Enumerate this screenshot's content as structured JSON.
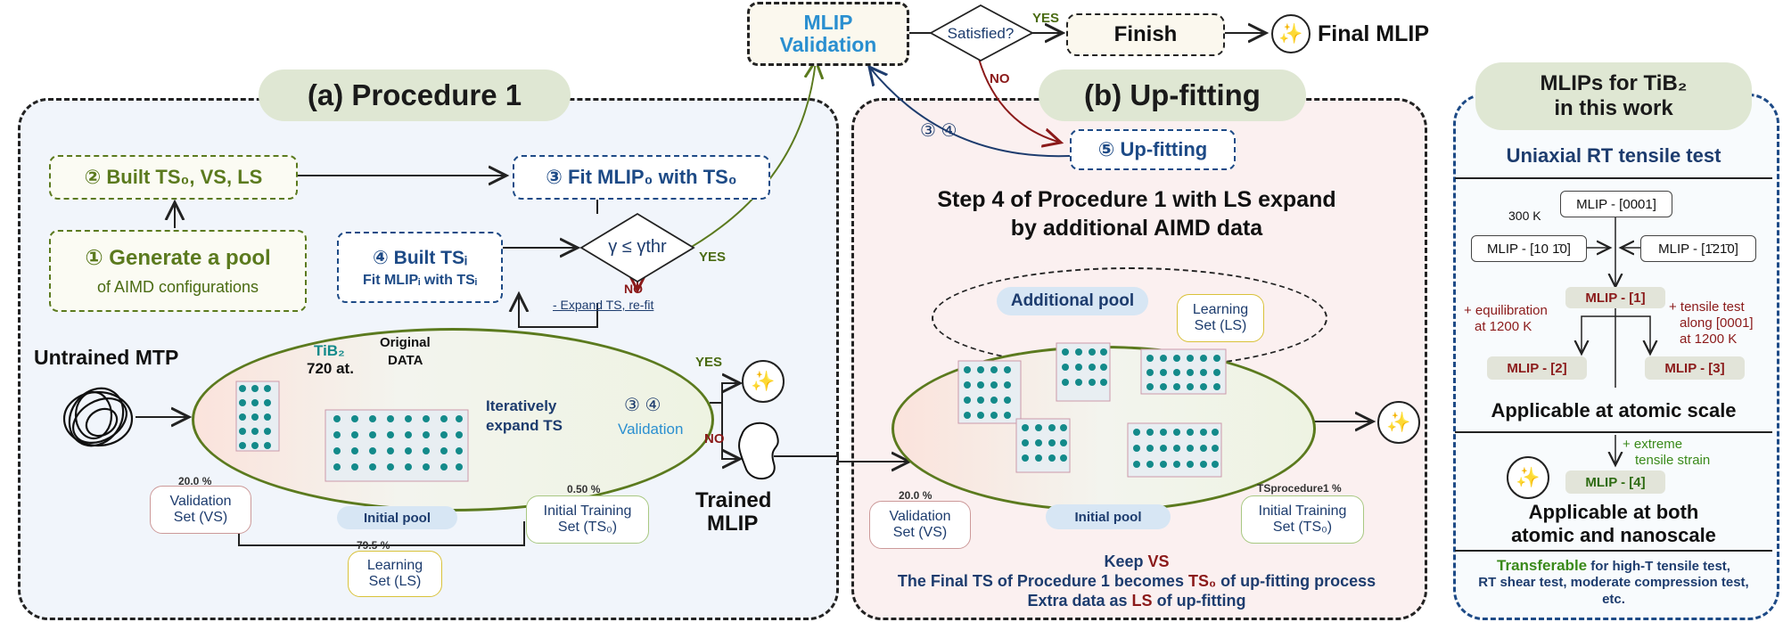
{
  "top": {
    "validation_line1": "MLIP",
    "validation_line2": "Validation",
    "satisfied": "Satisfied?",
    "yes": "YES",
    "no": "NO",
    "finish": "Finish",
    "final_mlip": "Final MLIP"
  },
  "panel_a": {
    "title": "(a) Procedure 1",
    "step2": "② Built TS₀, VS, LS",
    "step3": "③ Fit MLIP₀ with TS₀",
    "step1_line1": "① Generate a pool",
    "step1_line2": "of AIMD configurations",
    "step4_line1": "④ Built TSᵢ",
    "step4_line2": "Fit MLIPᵢ with TSᵢ",
    "gamma": "γ ≤ γthr",
    "yes": "YES",
    "no": "NO",
    "expand": "- Expand TS, re-fit",
    "untrained": "Untrained MTP",
    "tib2": "TiB₂",
    "atoms": "720 at.",
    "original_data_1": "Original",
    "original_data_2": "DATA",
    "iteratively_1": "Iteratively",
    "iteratively_2": "expand TS",
    "initial_pool": "Initial pool",
    "vs_pct": "20.0 %",
    "vs_line1": "Validation",
    "vs_line2": "Set (VS)",
    "ls_pct": "79.5 %",
    "ls_line1": "Learning",
    "ls_line2": "Set (LS)",
    "ts_pct": "0.50 %",
    "ts_line1": "Initial Training",
    "ts_line2": "Set (TS₀)",
    "validation_steps": "③ ④",
    "validation_label": "Validation",
    "yes2": "YES",
    "no2": "NO",
    "trained_1": "Trained",
    "trained_2": "MLIP"
  },
  "panel_b": {
    "title": "(b) Up-fitting",
    "upfit": "⑤ Up-fitting",
    "steps34": "③ ④",
    "heading_1": "Step 4 of Procedure 1 with LS expand",
    "heading_2": "by additional AIMD data",
    "additional_pool": "Additional pool",
    "ls_line1": "Learning",
    "ls_line2": "Set (LS)",
    "initial_pool": "Initial pool",
    "vs_pct": "20.0 %",
    "vs_line1": "Validation",
    "vs_line2": "Set (VS)",
    "ts_pct": "TSprocedure1 %",
    "ts_line1": "Initial Training",
    "ts_line2": "Set (TS₀)",
    "keep": "Keep",
    "keep_vs": "VS",
    "line2_a": "The Final TS of Procedure 1 becomes",
    "line2_b": "TS₀",
    "line2_c": "of up-fitting process",
    "line3_a": "Extra data as",
    "line3_b": "LS",
    "line3_c": "of up-fitting"
  },
  "panel_c": {
    "title_1": "MLIPs for TiB₂",
    "title_2": "in this work",
    "test": "Uniaxial RT tensile test",
    "temp": "300 K",
    "mlip_0001": "MLIP - [0001]",
    "mlip_1010": "MLIP - [10 1̄0]",
    "mlip_1210": "MLIP - [1̄21̄0]",
    "mlip_1": "MLIP - [1]",
    "equil_1": "+ equilibration",
    "equil_2": "at 1200 K",
    "tensile_1": "+ tensile test",
    "tensile_2": "along [0001]",
    "tensile_3": "at 1200 K",
    "mlip_2": "MLIP - [2]",
    "mlip_3": "MLIP - [3]",
    "atomic": "Applicable at atomic scale",
    "extreme_1": "+ extreme",
    "extreme_2": "tensile strain",
    "mlip_4": "MLIP - [4]",
    "both_1": "Applicable at both",
    "both_2": "atomic and nanoscale",
    "transferable": "Transferable",
    "transf_1": "for high-T tensile test,",
    "transf_2": "RT shear test, moderate compression test,",
    "transf_3": "etc."
  },
  "colors": {
    "navy": "#1d3c6e",
    "green": "#4a6b12",
    "red": "#8b1a1a",
    "pill": "#dfe7d3"
  },
  "icons": [
    "sparkle-icon",
    "tangle-icon",
    "blob-icon",
    "crystal-icon"
  ]
}
